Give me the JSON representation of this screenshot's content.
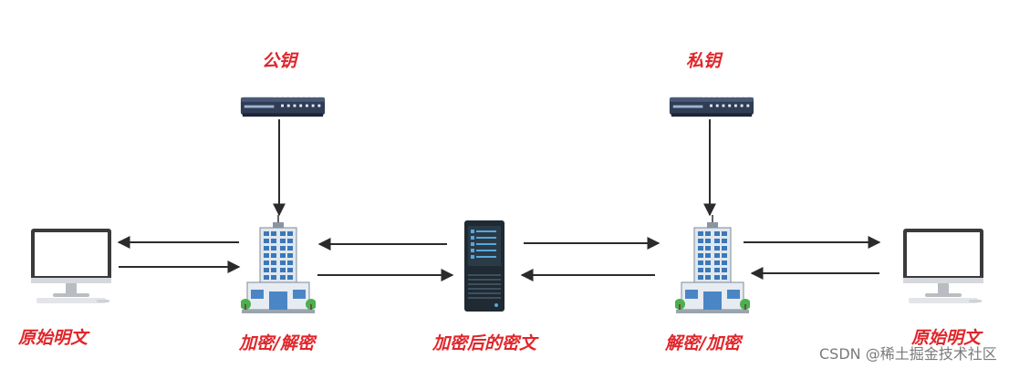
{
  "labels": {
    "public_key": "公钥",
    "private_key": "私钥",
    "left_plaintext": "原始明文",
    "left_building": "加密/解密",
    "server": "加密后的密文",
    "right_building": "解密/加密",
    "right_plaintext": "原始明文"
  },
  "watermark": "CSDN @稀土掘金技术社区",
  "colors": {
    "label": "#e0262b",
    "arrow": "#2b2b2b"
  }
}
